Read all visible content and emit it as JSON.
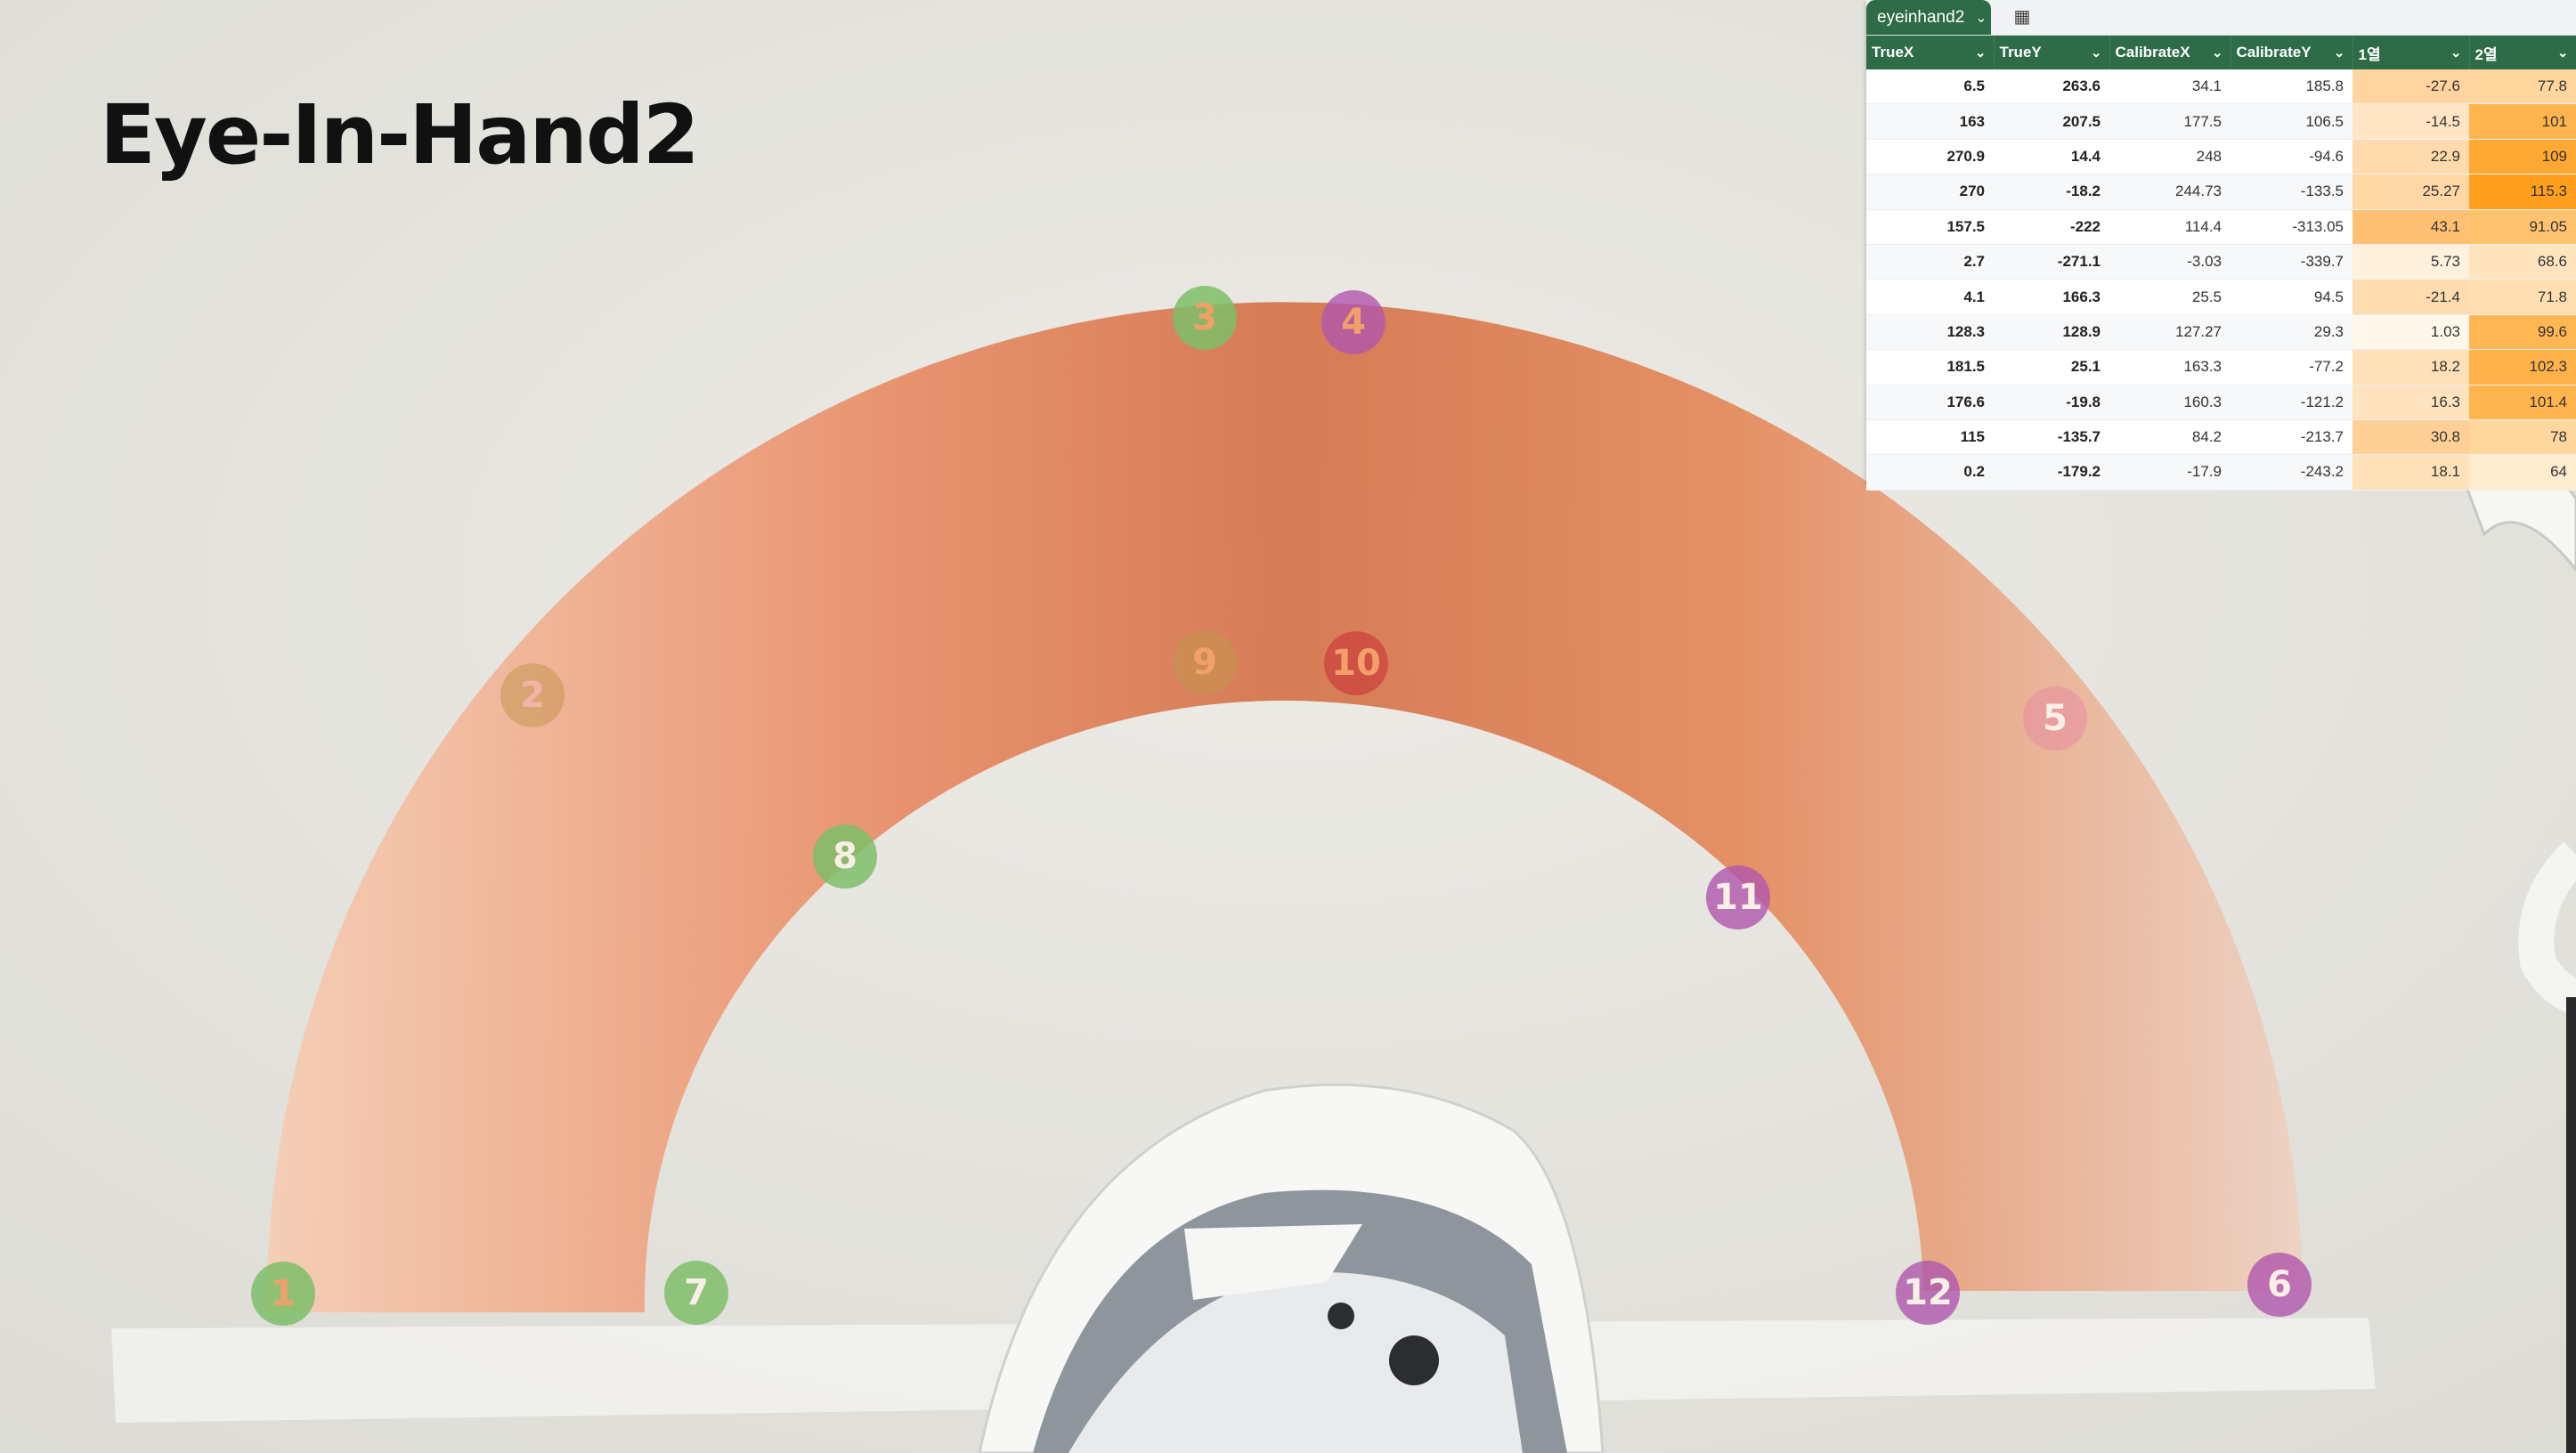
{
  "title": "Eye-In-Hand2",
  "markers": [
    {
      "label": "1",
      "style": "green",
      "text": "orange"
    },
    {
      "label": "2",
      "style": "orange",
      "text": "pink"
    },
    {
      "label": "3",
      "style": "green",
      "text": "orange"
    },
    {
      "label": "4",
      "style": "purple",
      "text": "orange"
    },
    {
      "label": "5",
      "style": "pink",
      "text": "light"
    },
    {
      "label": "6",
      "style": "purple",
      "text": "light"
    },
    {
      "label": "7",
      "style": "green",
      "text": "light"
    },
    {
      "label": "8",
      "style": "green",
      "text": "light"
    },
    {
      "label": "9",
      "style": "orange",
      "text": "orange"
    },
    {
      "label": "10",
      "style": "red",
      "text": "orange"
    },
    {
      "label": "11",
      "style": "purple",
      "text": "light"
    },
    {
      "label": "12",
      "style": "purple",
      "text": "light"
    }
  ],
  "sheet": {
    "tab_label": "eyeinhand2",
    "tab_icon": "table-icon",
    "header_color": "#2e6b47",
    "columns": [
      "TrueX",
      "TrueY",
      "CalibrateX",
      "CalibrateY",
      "1열",
      "2열"
    ],
    "rows": [
      [
        "6.5",
        "263.6",
        "34.1",
        "185.8",
        "-27.6",
        "77.8"
      ],
      [
        "163",
        "207.5",
        "177.5",
        "106.5",
        "-14.5",
        "101"
      ],
      [
        "270.9",
        "14.4",
        "248",
        "-94.6",
        "22.9",
        "109"
      ],
      [
        "270",
        "-18.2",
        "244.73",
        "-133.5",
        "25.27",
        "115.3"
      ],
      [
        "157.5",
        "-222",
        "114.4",
        "-313.05",
        "43.1",
        "91.05"
      ],
      [
        "2.7",
        "-271.1",
        "-3.03",
        "-339.7",
        "5.73",
        "68.6"
      ],
      [
        "4.1",
        "166.3",
        "25.5",
        "94.5",
        "-21.4",
        "71.8"
      ],
      [
        "128.3",
        "128.9",
        "127.27",
        "29.3",
        "1.03",
        "99.6"
      ],
      [
        "181.5",
        "25.1",
        "163.3",
        "-77.2",
        "18.2",
        "102.3"
      ],
      [
        "176.6",
        "-19.8",
        "160.3",
        "-121.2",
        "16.3",
        "101.4"
      ],
      [
        "115",
        "-135.7",
        "84.2",
        "-213.7",
        "30.8",
        "78"
      ],
      [
        "0.2",
        "-179.2",
        "-17.9",
        "-243.2",
        "18.1",
        "64"
      ]
    ]
  }
}
